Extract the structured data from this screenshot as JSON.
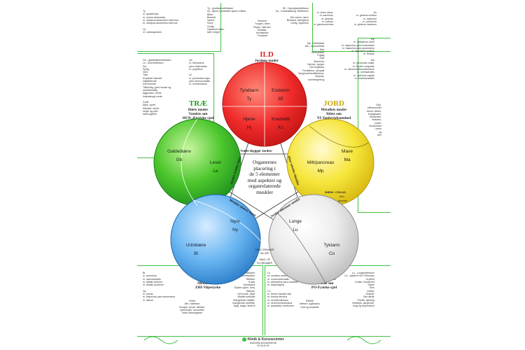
{
  "colors": {
    "fire": "#ef2a2a",
    "earth": "#f3dd22",
    "metal": "#2f93e8",
    "water": "#3a8ed6",
    "wood": "#2bb32b",
    "frame": "#3fbf3f"
  },
  "elements": {
    "fire": {
      "name": "ILD",
      "sub": "Jordens moder\nTræets søn\nSHEN-Ånden",
      "organs": [
        "Tyndtarm",
        "Ty",
        "Endokrin",
        "3E",
        "Hjerte",
        "Hj",
        "Kredsløb",
        "Ks"
      ]
    },
    "wood": {
      "name": "TRÆ",
      "sub": "Ildets moder\nVandets søn\nHUN-Æteriske sjæl",
      "organs": [
        "Galdeblære",
        "Gb",
        "Lever",
        "Le"
      ]
    },
    "earth": {
      "name": "JORD",
      "sub": "Metallets moder\nIldets søn\nYI-Tankevirksomhed",
      "organs": [
        "Mave",
        "Ma",
        "Milt/pancreas",
        "Mp"
      ]
    },
    "water": {
      "name": "VAND",
      "sub": "Træets moder\nMetallets søn\nZHI-Viljestyrke",
      "organs": [
        "Nyre",
        "Ny",
        "Urinblære",
        "Bl"
      ]
    },
    "metal": {
      "name": "METAL",
      "sub": "Vandets moder\nJordens søn\nPO-Fysiske sjæl",
      "organs": [
        "Lunge",
        "Lu",
        "Tyktarm",
        "Co"
      ]
    }
  },
  "center_text": "Organernes\nplacering i\nde 5 elementer\nmed aspekter og\norganrelaterede\nmuskler",
  "arrows": [
    "Træet skygger Jorden",
    "Vandet slukker Ilden",
    "Ilden smelter Metallet",
    "Jorden dæmmer vandet",
    "Metallet skærer træet"
  ],
  "small_labels": [
    "SHENG",
    "CYKLUS",
    "Den",
    "givende",
    "DANG ORGANER",
    "YIN, ØST",
    "YANG, OP",
    "FU ORGANER"
  ],
  "text_blocks": {
    "top_left": "Ty\nm. quadriceps\nm. rectus abdominis\nm. obliquus abdominis externus\nm. obliquus abdominis internus\n\nHj\nm. subscapularis",
    "top_mid_a": "Ty - tyndtarmsrefleksen\nHj - hjerte & indirekte hjerte refleks\nBitter\nBrændt\nVarme\nSved\nUrolig\nHysterisk latter,\ntaler meget",
    "top_mid_b": "Sommer\nTungen, talen\nPsyke i hjernen,\nBlodkar,\nbevidsthed\nForstand",
    "top_right_a": "3E - Hypofyserefleksen\nKs - Kredsløbsreg. Refleksen\n\nDet varme, tørre\nBlodhed, kærlighed\nUrolig, hysterisk",
    "top_right_b": "m. teres minor,\nm. sartorius,\nm. gracilis,\nm. soleus,\nm. gastrocnemius",
    "top_right_c": "Ks\nm. gluteus medius\nm. adductor\nm. piriformis\nm. gluteus maximus",
    "left_a": "Gb - galdeblærerefleksen\nLe - leverrefleksen\nSur\nSyrlig\nVind\nTåre\nKnyttede hænder\nHøjtråbende\nDet levende\nTålmodig, godt humør og\nhandlekraftig\nAggressiv, vrede,\nindestængt vrede\n\nForår\nØjne, synet\nMuskler, sener,\nnegle og yder\nkønsorganer",
    "left_b": "Gb\nm. deltoideus\npars clavicularis\nm. popliteus\n\nLe\nm. pectoralis major\npars sternocostalis\nm. rhomboideus",
    "right_a": "Mp - Miltrefleks\nMa - maverefleks\nSød\nVammelsød\nFugtig\nSavl\nStemmen\nNynner, synger\nDet frugtbare\nForståelse, sympati\nSørgmod/medlidenhed,\nskepsis,\noverbekymring",
    "right_b": "Mp\nm. latissimus dorsi\nm. trapezius pars horisontalis\nm. trapezius pars ascendens\nm. opponens pollicis\nm. triceps\n\nMa\nm. pectoralis major\nm. levator scapulae\nm. sternocleidomastoideus\nm. semispinalis\nm. splenius capitis\nm. brachioradialis",
    "right_c": "Orjo,\neftersommer\nMund, læber,\nsmagssans,\nBindevæv,\nfedtvæv,\nlymfe,\nmuskulatur\ni arme\nog\nben",
    "bottom_left_a": "Bl\nm. peroneus\nm. sacrospinalis\nm. tibialis anterior\nm. tibialis posterior\n\nNy\nm. psoas\nm. trapezius pars decendens\nm. iliacus",
    "bottom_left_b": "Bl - blærerefleksen\nNy - nyrerefleksen\nRådden\nKulde\nMundvand\nRyster (spec. ben)\nStønner\nDet kolde, våde\nVitalitet selvtillid\nManglende vitalitet,\nmanglende selvtillid,\nfrygt, angst, kontrol",
    "bottom_left_c": "Vinter\nØre, hørelsen\nKnogler, brusk, tænder,\nhjernevæv, hovedhår,\nindre kønsorganer",
    "bottom_right_a": "Lu\nm. serratus anterior\nm. coracobrachialis\nm. deltoideus pars medialis\nm. diaphragma\n\nCo\nm. tensor fasciae late\nm. biceps femoris\nm. semitendinosus\nm. semimembranosus\nm. quadratus lumborum",
    "bottom_right_b": "Efterår\nNæsen, lugtesans\nHud og kropshår",
    "bottom_right_c": "Lu - Lungerefleksen\nCo - tyktarm+I/C+Obesans\nKrydret\nKvalm, fordærvet\nSæke\nSlim\nHoster\nGræder\nDet hårde\nPositiv, lykkelig\nNedtrykt, sørgende,\nsorg og depression"
  },
  "footer": {
    "brand": "Klinik & Kursuscenter",
    "line2": "www.klinik-kursuscenter.dk",
    "line3": "00 00 00 00"
  }
}
